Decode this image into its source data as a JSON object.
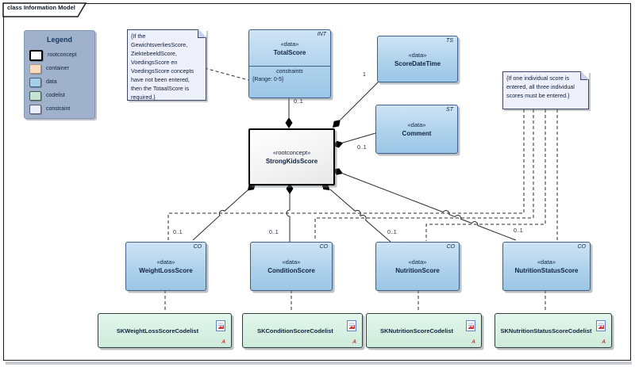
{
  "frame": {
    "tab_label": "class Information Model"
  },
  "legend": {
    "title": "Legend",
    "items": [
      {
        "label": "rootconcept",
        "color": "#ffffff"
      },
      {
        "label": "container",
        "color": "#f7dcbd"
      },
      {
        "label": "data",
        "color": "#a9cee9"
      },
      {
        "label": "codelist",
        "color": "#c2e5d2"
      },
      {
        "label": "constraint",
        "color": "#e9ecf9"
      }
    ]
  },
  "notes": {
    "total_score_constraint": {
      "text": "{If the\nGewichtsverliesScore,\nZiektebeeldScore,\nVoedingsScore en\nVoedingsScore concepts\nhave not been entered,\nthen the TotaalScore is\nrequired.}"
    },
    "individual_scores_constraint": {
      "text": "{If one individual score is\nentered, all three individual\nscores must be entered.}"
    }
  },
  "classes": {
    "root": {
      "stereotype": "«rootconcept»",
      "name": "StrongKidsScore"
    },
    "total_score": {
      "tag": "INT",
      "stereotype": "«data»",
      "name": "TotalScore",
      "compartment_label": "constraints",
      "constraint": "{Range: 0-5}"
    },
    "score_date_time": {
      "tag": "TS",
      "stereotype": "«data»",
      "name": "ScoreDateTime"
    },
    "comment": {
      "tag": "ST",
      "stereotype": "«data»",
      "name": "Comment"
    },
    "weight_loss": {
      "tag": "CO",
      "stereotype": "«data»",
      "name": "WeightLossScore"
    },
    "condition": {
      "tag": "CO",
      "stereotype": "«data»",
      "name": "ConditionScore"
    },
    "nutrition": {
      "tag": "CO",
      "stereotype": "«data»",
      "name": "NutritionScore"
    },
    "nutrition_status": {
      "tag": "CO",
      "stereotype": "«data»",
      "name": "NutritionStatusScore"
    }
  },
  "codelists": [
    {
      "name": "SKWeightLossScoreCodelist"
    },
    {
      "name": "SKConditionScoreCodelist"
    },
    {
      "name": "SKNutritionScoreCodelist"
    },
    {
      "name": "SKNutritionStatusScoreCodelist"
    }
  ],
  "multiplicities": {
    "total_score": "0..1",
    "score_date_time": "1",
    "comment": "0..1",
    "weight_loss": "0..1",
    "condition": "0..1",
    "nutrition": "0..1",
    "nutrition_status": "0..1"
  },
  "decorations": {
    "codelist_marker": "A"
  },
  "colors": {
    "data_fill": "#aed2ec",
    "data_border": "#3f6088",
    "codelist_fill": "#d5efe1",
    "codelist_border": "#30403a",
    "rootconcept_fill": "#f5f5f5",
    "rootconcept_border": "#000000",
    "note_fill": "#edf0fb",
    "legend_fill": "#9fb1cb",
    "connector": "#2a2a2a",
    "marker_red": "#dd2222"
  }
}
